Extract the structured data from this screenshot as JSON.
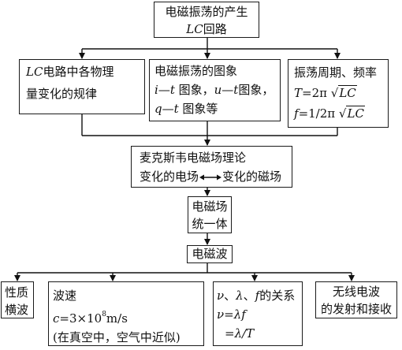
{
  "top": {
    "line1": "电磁振荡的产生",
    "line2_it": "LC",
    "line2_rest": "回路"
  },
  "row1": {
    "left": {
      "line1_it": "LC",
      "line1_rest": "电路中各物理",
      "line2": "量变化的规律"
    },
    "mid": {
      "line1": "电磁振荡的图象",
      "line2_a": "i",
      "line2_b": "—",
      "line2_c": "t",
      "line2_d": " 图象，",
      "line2_e": "u",
      "line2_f": "—",
      "line2_g": "t",
      "line2_h": "图象，",
      "line3_a": "q",
      "line3_b": "—",
      "line3_c": "t",
      "line3_d": " 图象等"
    },
    "right": {
      "line1": "振荡周期、频率",
      "T_label": "T",
      "T_eq": "=2π",
      "LC": "LC",
      "f_label": "f",
      "f_eq": "=1/2π"
    }
  },
  "maxwell": {
    "line1": "麦克斯韦电磁场理论",
    "left": "变化的电场",
    "right": "变化的磁场"
  },
  "unify": {
    "line1": "电磁场",
    "line2": "统一体"
  },
  "wave": {
    "label": "电磁波"
  },
  "bottom": {
    "b1": {
      "line1": "性质",
      "line2": "横波"
    },
    "b2": {
      "line1": "波速",
      "c_it": "c",
      "c_eq": "=3×10",
      "exp": "8",
      "unit": "m/s",
      "line3": "(在真空中，空气中近似)"
    },
    "b3": {
      "line1_a": "ν",
      "line1_b": "、",
      "line1_c": "λ",
      "line1_d": "、",
      "line1_e": "f",
      "line1_f": "的关系",
      "line2_a": "ν",
      "line2_b": "=",
      "line2_c": "λf",
      "line3_a": "=",
      "line3_b": "λ/T"
    },
    "b4": {
      "line1": "无线电波",
      "line2": "的发射和接收"
    }
  }
}
